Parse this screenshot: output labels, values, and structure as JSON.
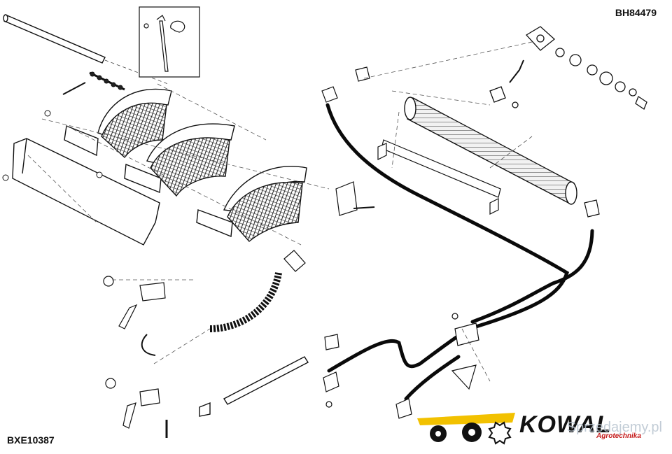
{
  "labels": {
    "code_top": "BH84479",
    "code_bottom": "BXE10387"
  },
  "brand": {
    "name": "KOWAL",
    "subtitle": "Agrotechnika",
    "accent_color": "#f2c100",
    "text_color": "#c41a1a"
  },
  "watermark": {
    "text": "Sprzedajemy.pl"
  },
  "colors": {
    "line": "#111111",
    "hose": "#0a0a0a",
    "concave_fill": "#222222",
    "background": "#ffffff"
  }
}
